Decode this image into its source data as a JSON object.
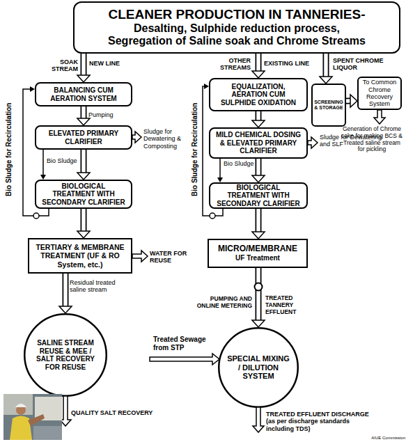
{
  "diagram": {
    "nodes": [
      {
        "text": [
          "CLEANER PRODUCTION IN TANNERIES-",
          "Desalting, Sulphide reduction process, Segregation of Saline soak and Chrome Streams"
        ]
      },
      {
        "text": [
          "BALANCING CUM AERATION SYSTEM"
        ]
      },
      {
        "text": [
          "ELEVATED PRIMARY CLARIFIER"
        ]
      },
      {
        "text": [
          "BIOLOGICAL TREATMENT WITH SECONDARY CLARIFIER"
        ]
      },
      {
        "text": [
          "TERTIARY & MEMBRANE TREATMENT (UF & RO System, etc.)"
        ]
      },
      {
        "text": [
          "SALINE STREAM REUSE & MEE / SALT RECOVERY FOR REUSE"
        ]
      },
      {
        "text": [
          "EQUALIZATION, AERATION CUM SULPHIDE OXIDATION"
        ]
      },
      {
        "text": [
          "MILD CHEMICAL DOSING & ELEVATED PRIMARY CLARIFIER"
        ]
      },
      {
        "text": [
          "BIOLOGICAL TREATMENT WITH SECONDARY CLARIFIER"
        ]
      },
      {
        "text": [
          "MICRO/MEMBRANE",
          "UF Treatment"
        ]
      },
      {
        "text": [
          "SCREENING & STORAGE"
        ]
      },
      {
        "text": [
          "To Common Chrome Recovery System"
        ]
      },
      {
        "text": [
          "SPECIAL MIXING / DILUTION SYSTEM"
        ]
      }
    ],
    "edges": [
      {
        "from": 0,
        "to": 1,
        "arrow": "to"
      },
      {
        "from": 1,
        "to": 2,
        "arrow": "to"
      },
      {
        "from": 2,
        "to": 3,
        "arrow": "to"
      },
      {
        "from": 3,
        "to": 4,
        "arrow": "to"
      },
      {
        "from": 4,
        "to": 5,
        "arrow": "to"
      },
      {
        "from": 0,
        "to": 6,
        "arrow": "to"
      },
      {
        "from": 6,
        "to": 7,
        "arrow": "to"
      },
      {
        "from": 7,
        "to": 8,
        "arrow": "to"
      },
      {
        "from": 8,
        "to": 9,
        "arrow": "to"
      },
      {
        "from": 9,
        "to": 12,
        "arrow": "to"
      },
      {
        "from": 0,
        "to": 10,
        "arrow": "to"
      },
      {
        "from": 10,
        "to": 11,
        "arrow": "to"
      },
      {
        "from": 3,
        "to": 1,
        "arrow": "to"
      },
      {
        "from": 8,
        "to": 6,
        "arrow": "to"
      },
      {
        "from": 2,
        "to": 3,
        "arrow": "to"
      },
      {
        "from": 7,
        "to": 8,
        "arrow": "to"
      }
    ],
    "labels": [
      "SOAK STREAM",
      "NEW LINE",
      "OTHER STREAMS",
      "EXISTING LINE",
      "SPENT CHROME LIQUOR",
      "Bio Sludge for Recirculation",
      "Pumping",
      "Sludge for Dewatering & Composting",
      "Bio Sludge",
      "WATER FOR REUSE",
      "Residual treated saline stream",
      "QUALITY SALT RECOVERY",
      "Bio Sludge for Recirculation",
      "Sludge for Dewatering and SLF",
      "Bio Sludge",
      "Generation of Chrome cake for making BCS & Treated saline stream for pickling",
      "PUMPING AND ONLINE METERING",
      "TREATED TANNERY EFFLUENT",
      "Treated Sewage from STP",
      "TREATED EFFLUENT DISCHARGE (as per discharge standards including TDS)",
      "AIUE Commission"
    ]
  }
}
